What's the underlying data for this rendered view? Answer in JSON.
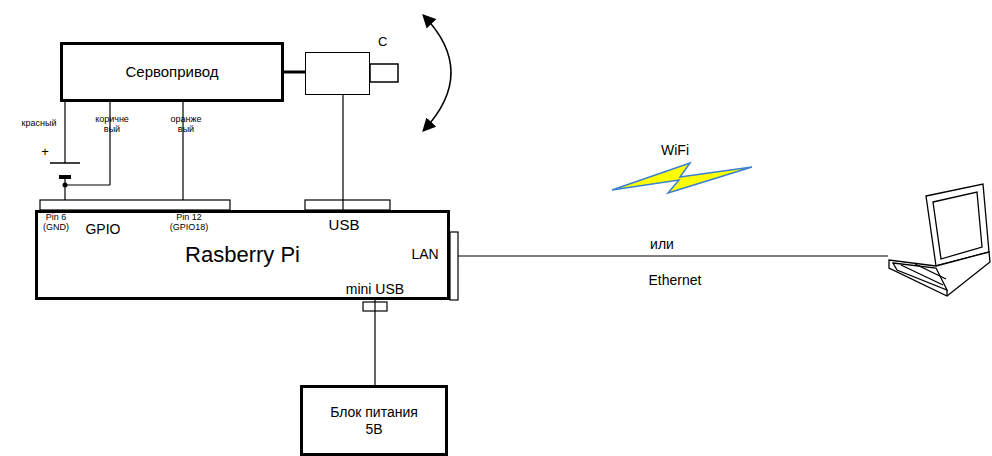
{
  "diagram": {
    "nodes": [
      {
        "text": [
          "Сервопривод"
        ]
      },
      {
        "text": [
          "C"
        ]
      },
      {
        "text": [
          "Rasberry Pi"
        ]
      },
      {
        "text": [
          "Блок питания 5В"
        ]
      }
    ],
    "edges": [
      {
        "from": 0,
        "to": 1,
        "arrow": "none"
      },
      {
        "from": 1,
        "to": 2,
        "arrow": "none"
      },
      {
        "from": 2,
        "to": 3,
        "arrow": "none"
      }
    ],
    "labels": [
      "красный",
      "коричне вый",
      "оранже вый",
      "+",
      "Pin 6 (GND)",
      "GPIO",
      "Pin 12 (GPIO18)",
      "USB",
      "LAN",
      "mini USB",
      "WiFi",
      "или",
      "Ethernet"
    ]
  }
}
